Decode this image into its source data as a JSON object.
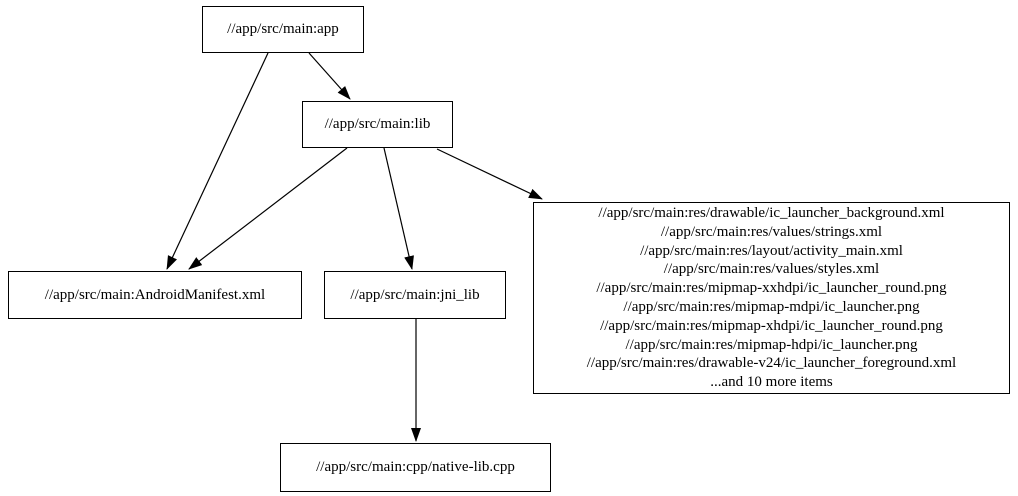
{
  "diagram": {
    "type": "dependency-graph",
    "background_color": "#ffffff",
    "node_border_color": "#000000",
    "text_color": "#000000",
    "edge_color": "#000000",
    "nodes": {
      "app": {
        "label": "//app/src/main:app"
      },
      "lib": {
        "label": "//app/src/main:lib"
      },
      "manifest": {
        "label": "//app/src/main:AndroidManifest.xml"
      },
      "jni_lib": {
        "label": "//app/src/main:jni_lib"
      },
      "cpp": {
        "label": "//app/src/main:cpp/native-lib.cpp"
      },
      "res": {
        "lines": [
          "//app/src/main:res/drawable/ic_launcher_background.xml",
          "//app/src/main:res/values/strings.xml",
          "//app/src/main:res/layout/activity_main.xml",
          "//app/src/main:res/values/styles.xml",
          "//app/src/main:res/mipmap-xxhdpi/ic_launcher_round.png",
          "//app/src/main:res/mipmap-mdpi/ic_launcher.png",
          "//app/src/main:res/mipmap-xhdpi/ic_launcher_round.png",
          "//app/src/main:res/mipmap-hdpi/ic_launcher.png",
          "//app/src/main:res/drawable-v24/ic_launcher_foreground.xml",
          "...and 10 more items"
        ]
      }
    },
    "edges": [
      {
        "from": "app",
        "to": "manifest"
      },
      {
        "from": "app",
        "to": "lib"
      },
      {
        "from": "lib",
        "to": "manifest"
      },
      {
        "from": "lib",
        "to": "jni_lib"
      },
      {
        "from": "lib",
        "to": "res"
      },
      {
        "from": "jni_lib",
        "to": "cpp"
      }
    ]
  }
}
